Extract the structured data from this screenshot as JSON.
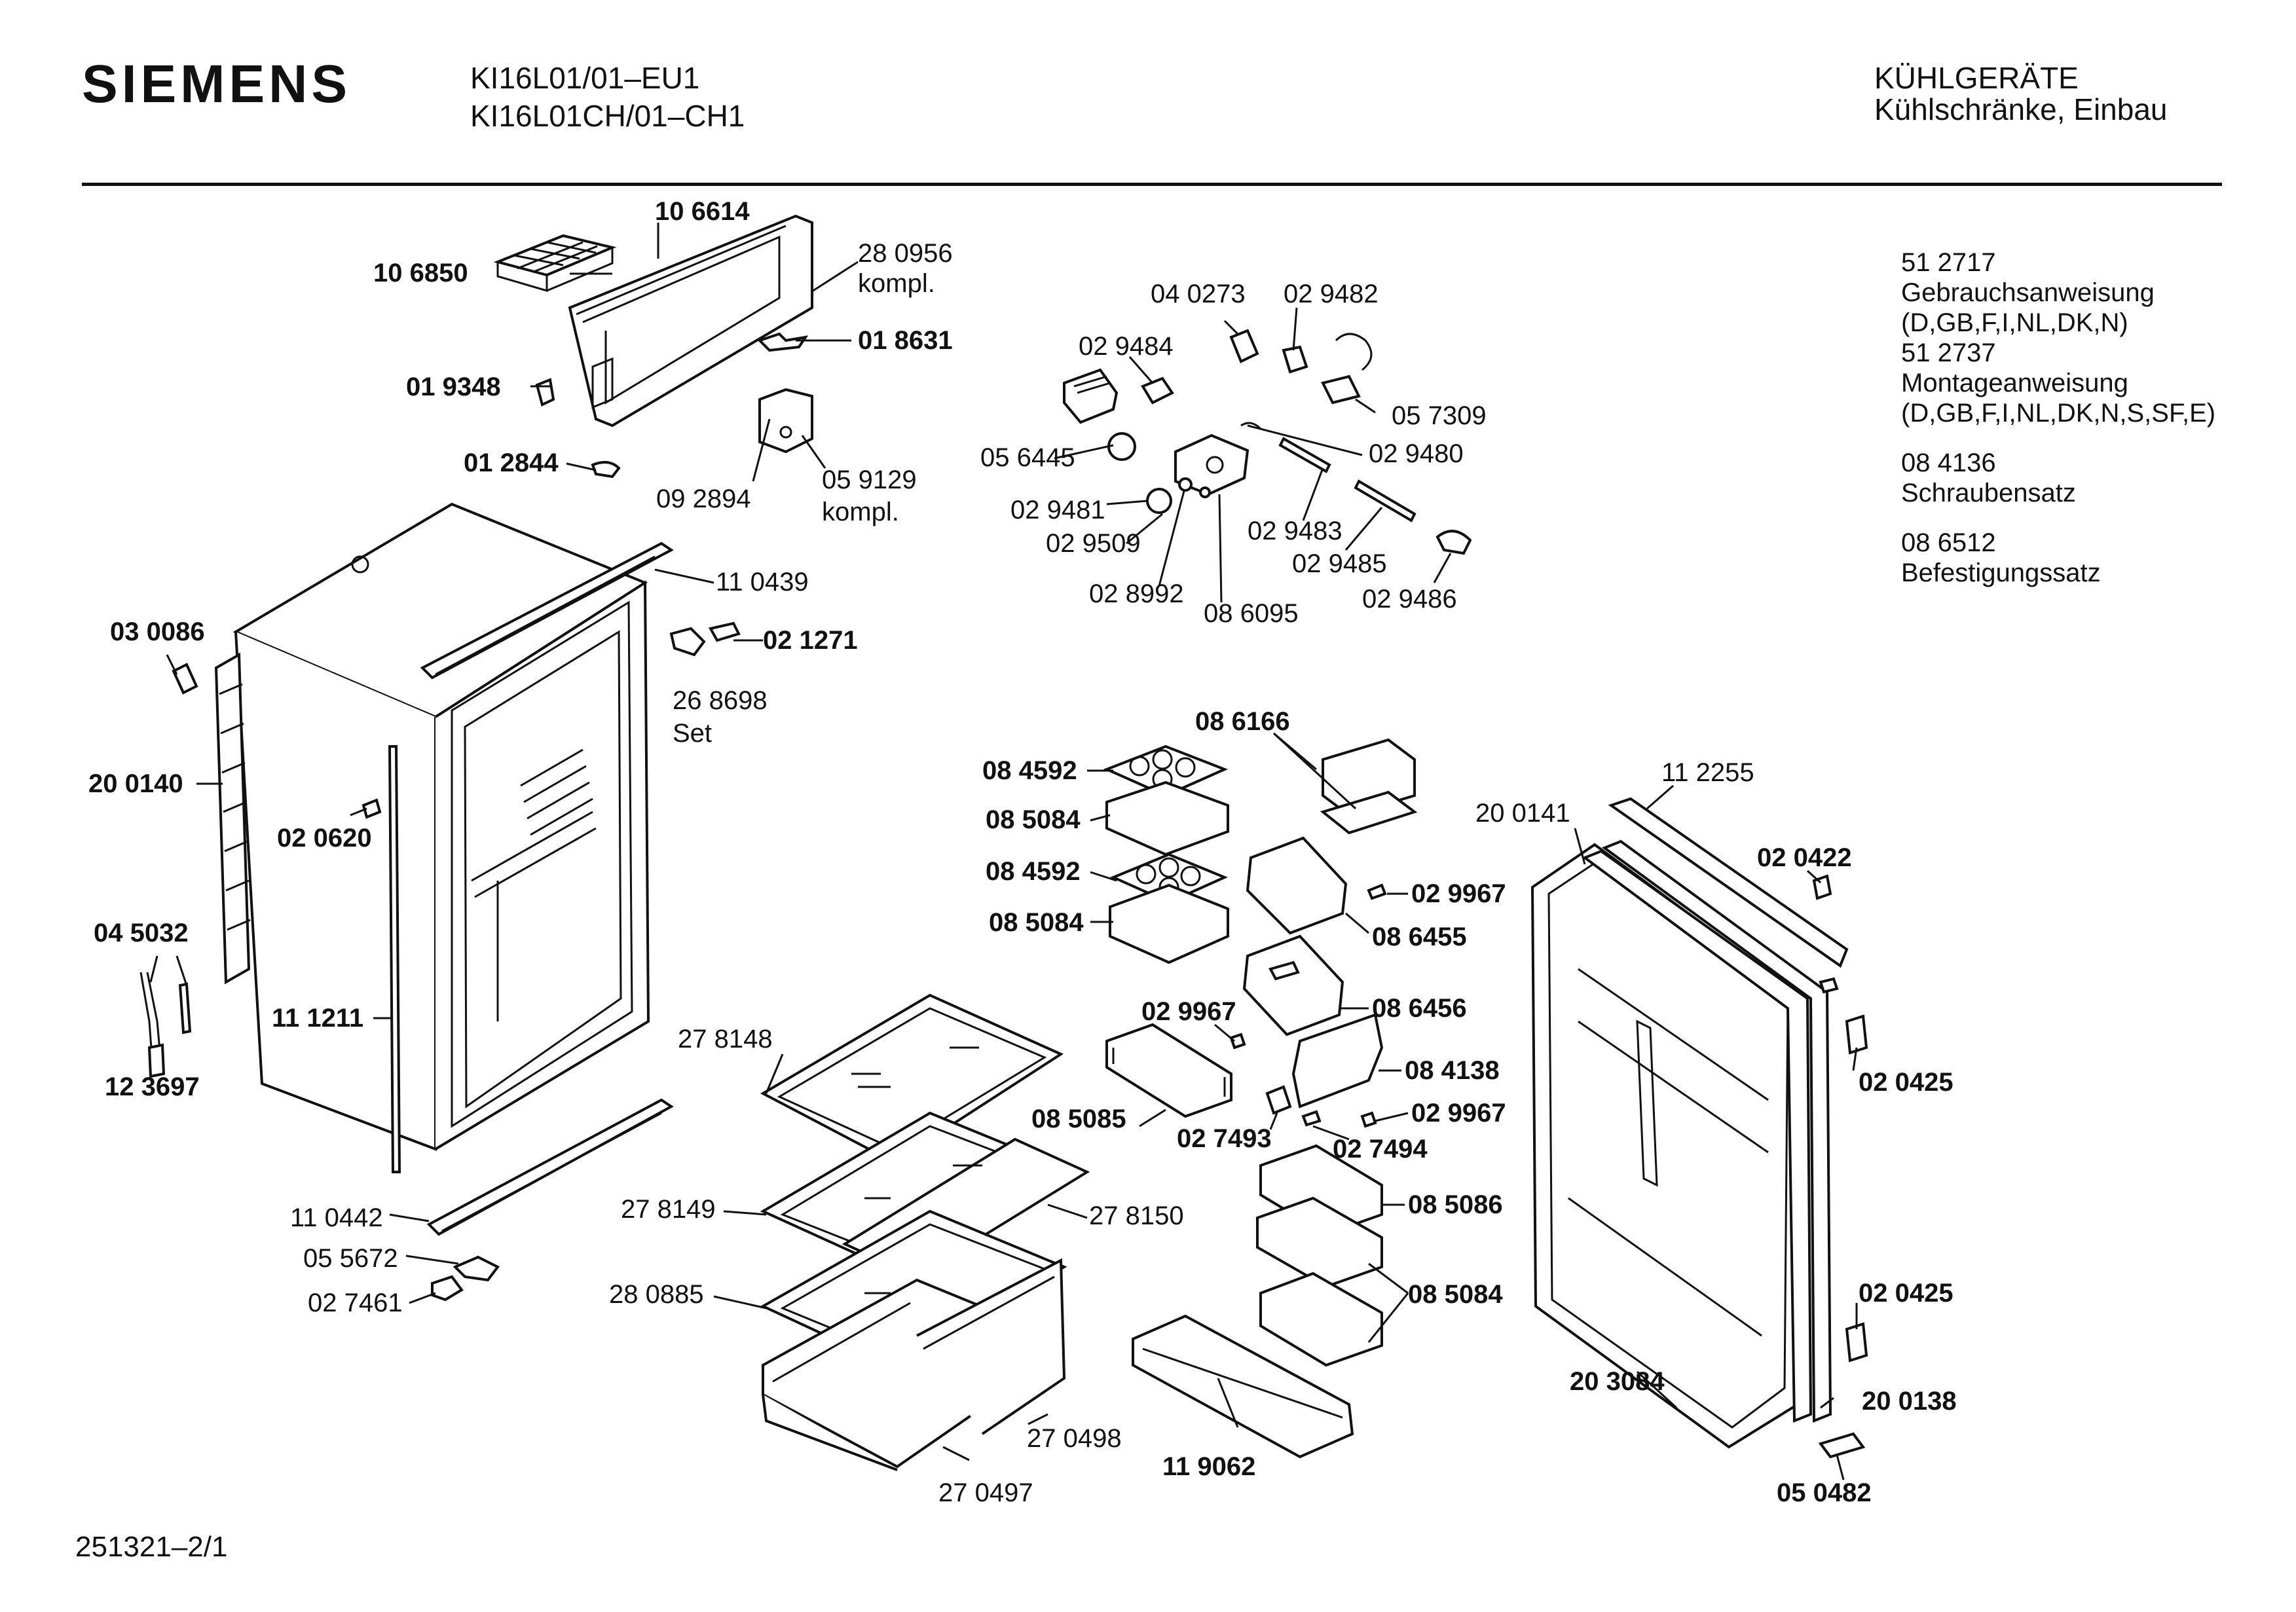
{
  "header": {
    "brand": "SIEMENS",
    "models": [
      "KI16L01/01–EU1",
      "KI16L01CH/01–CH1"
    ],
    "category": "KÜHLGERÄTE",
    "subcategory": "Kühlschränke, Einbau"
  },
  "documents": [
    {
      "number": "51 2717",
      "lines": [
        "Gebrauchsanweisung",
        "(D,GB,F,I,NL,DK,N)"
      ]
    },
    {
      "number": "51 2737",
      "lines": [
        "Montageanweisung",
        "(D,GB,F,I,NL,DK,N,S,SF,E)"
      ]
    },
    {
      "number": "08 4136",
      "lines": [
        "Schraubensatz"
      ]
    },
    {
      "number": "08 6512",
      "lines": [
        "Befestigungssatz"
      ]
    }
  ],
  "parts": {
    "p106614": "10 6614",
    "p106850": "10 6850",
    "p280956": "28 0956",
    "kompl1": "kompl.",
    "p018631": "01 8631",
    "p019348": "01 9348",
    "p012844": "01 2844",
    "p092894": "09 2894",
    "p059129": "05 9129",
    "kompl2": "kompl.",
    "p110439": "11 0439",
    "p030086": "03 0086",
    "p021271": "02 1271",
    "p268698": "26 8698",
    "set": "Set",
    "p200140": "20 0140",
    "p020620": "02 0620",
    "p045032": "04 5032",
    "p111211": "11 1211",
    "p123697": "12 3697",
    "p110442": "11 0442",
    "p055672": "05 5672",
    "p027461": "02 7461",
    "p040273": "04 0273",
    "p029482": "02 9482",
    "p029484": "02 9484",
    "p057309": "05 7309",
    "p056445": "05 6445",
    "p029480": "02 9480",
    "p029481": "02 9481",
    "p029509": "02 9509",
    "p029483": "02 9483",
    "p029485": "02 9485",
    "p028992": "02 8992",
    "p086095": "08 6095",
    "p029486": "02 9486",
    "p086166": "08 6166",
    "p084592a": "08 4592",
    "p085084a": "08 5084",
    "p084592b": "08 4592",
    "p085084b": "08 5084",
    "p029967a": "02 9967",
    "p086455": "08 6455",
    "p086456": "08 6456",
    "p029967b": "02 9967",
    "p084138": "08 4138",
    "p029967c": "02 9967",
    "p085085": "08 5085",
    "p027493": "02 7493",
    "p027494": "02 7494",
    "p085086": "08 5086",
    "p085084c": "08 5084",
    "p119062": "11 9062",
    "p278148": "27 8148",
    "p278149": "27 8149",
    "p278150": "27 8150",
    "p280885": "28 0885",
    "p270498": "27 0498",
    "p270497": "27 0497",
    "p200141": "20 0141",
    "p112255": "11 2255",
    "p020422": "02 0422",
    "p020425a": "02 0425",
    "p020425b": "02 0425",
    "p203084": "20 3084",
    "p200138": "20 0138",
    "p050482": "05 0482"
  },
  "footer": "251321–2/1"
}
